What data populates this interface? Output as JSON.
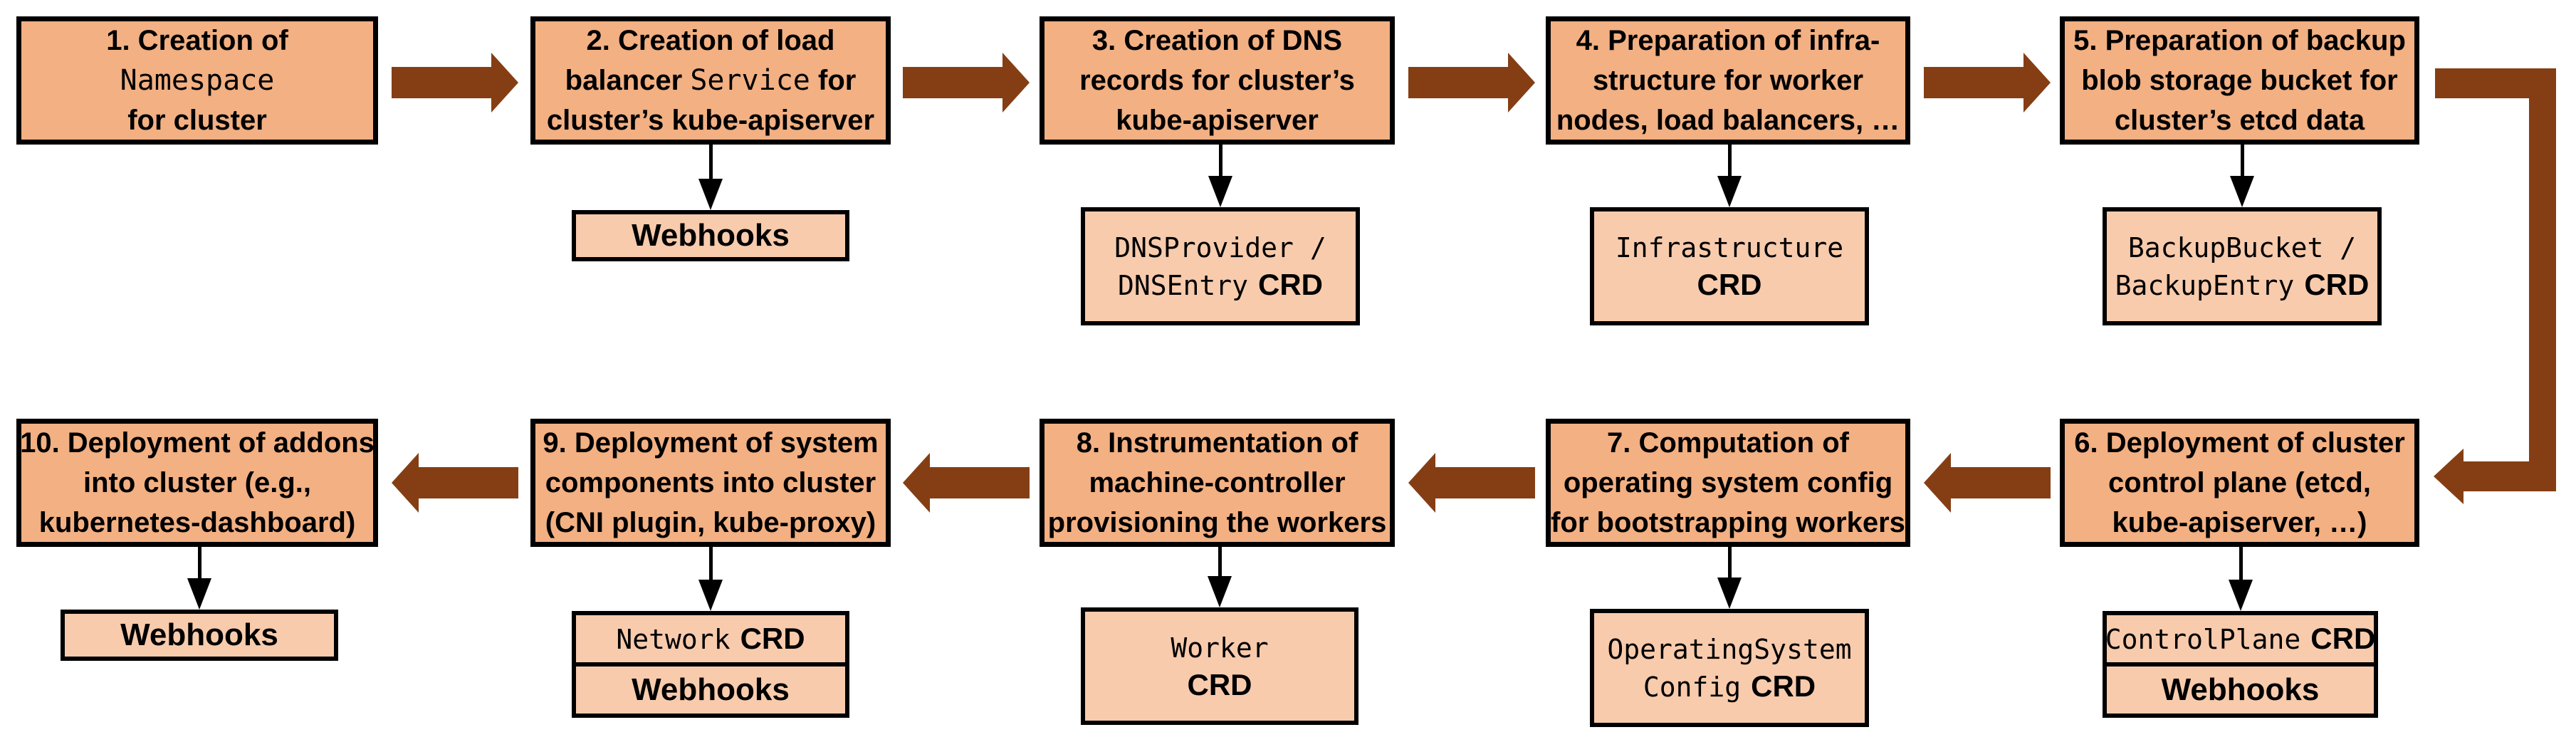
{
  "diagram": {
    "colors": {
      "main_fill": "#F2B083",
      "sub_fill": "#F8CBAD",
      "arrow": "#853E14",
      "border": "#000000"
    },
    "steps": [
      {
        "lines": [
          {
            "pre": "1. Creation of"
          },
          {
            "code": "Namespace"
          },
          {
            "pre": "for cluster"
          }
        ]
      },
      {
        "lines": [
          {
            "pre": "2. Creation of load"
          },
          {
            "pre": "balancer ",
            "code": "Service",
            "post": " for"
          },
          {
            "pre": "cluster’s kube-apiserver"
          }
        ],
        "sub": {
          "webhooks": "Webhooks"
        }
      },
      {
        "lines": [
          {
            "pre": "3. Creation of DNS"
          },
          {
            "pre": "records for cluster’s"
          },
          {
            "pre": "kube-apiserver"
          }
        ],
        "sub": {
          "code_line1": "DNSProvider /",
          "code_line2": "DNSEntry",
          "crd": "CRD"
        }
      },
      {
        "lines": [
          {
            "pre": "4. Preparation of infra-"
          },
          {
            "pre": "structure for worker"
          },
          {
            "pre": "nodes, load balancers, …"
          }
        ],
        "sub": {
          "code_line1": "Infrastructure",
          "crd": "CRD"
        }
      },
      {
        "lines": [
          {
            "pre": "5. Preparation of backup"
          },
          {
            "pre": "blob storage bucket for"
          },
          {
            "pre": "cluster’s etcd data"
          }
        ],
        "sub": {
          "code_line1": "BackupBucket /",
          "code_line2": "BackupEntry",
          "crd": "CRD"
        }
      },
      {
        "lines": [
          {
            "pre": "6. Deployment of cluster"
          },
          {
            "pre": "control plane (etcd,"
          },
          {
            "pre": "kube-apiserver, …)"
          }
        ],
        "sub": {
          "code_row1": "ControlPlane",
          "crd": "CRD",
          "webhooks": "Webhooks"
        }
      },
      {
        "lines": [
          {
            "pre": "7. Computation of"
          },
          {
            "pre": "operating system config"
          },
          {
            "pre": "for bootstrapping workers"
          }
        ],
        "sub": {
          "code_line1": "OperatingSystem",
          "code_line2": "Config",
          "crd": "CRD"
        }
      },
      {
        "lines": [
          {
            "pre": "8. Instrumentation of"
          },
          {
            "pre": "machine-controller"
          },
          {
            "pre": "provisioning the workers"
          }
        ],
        "sub": {
          "code_line1": "Worker",
          "crd": "CRD"
        }
      },
      {
        "lines": [
          {
            "pre": "9. Deployment of system"
          },
          {
            "pre": "components into cluster"
          },
          {
            "pre": "(CNI plugin, kube-proxy)"
          }
        ],
        "sub": {
          "code_row1": "Network",
          "crd": "CRD",
          "webhooks": "Webhooks"
        }
      },
      {
        "lines": [
          {
            "pre": "10. Deployment of addons"
          },
          {
            "pre": "into cluster (e.g.,"
          },
          {
            "pre": "kubernetes-dashboard)"
          }
        ],
        "sub": {
          "webhooks": "Webhooks"
        }
      }
    ]
  }
}
